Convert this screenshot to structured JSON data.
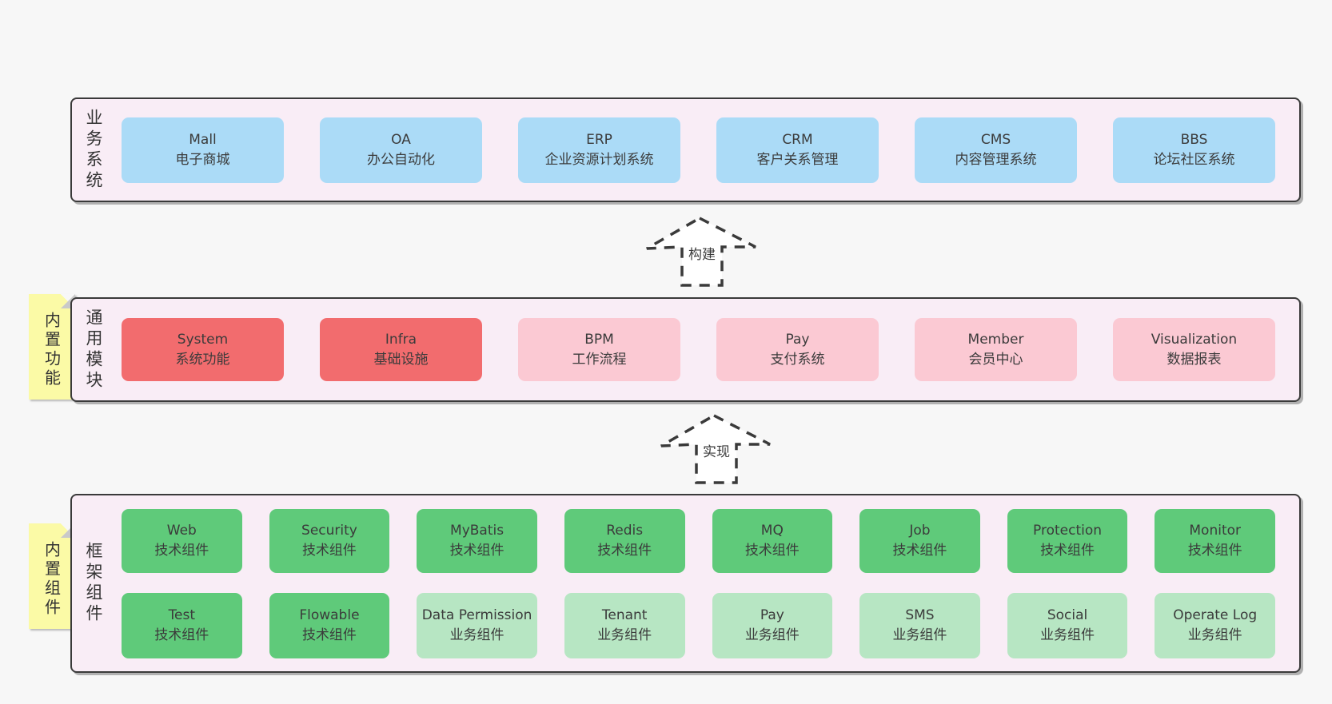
{
  "palette": {
    "page_bg": "#f7f7f7",
    "layer_bg": "#f9edf6",
    "layer_border": "#3a3a3a",
    "box_blue": "#abdbf7",
    "box_red": "#f26c6e",
    "box_pink": "#fbc9d3",
    "box_green": "#5fca7a",
    "box_light_green": "#b7e6c3",
    "note_yellow": "#fbfaa6",
    "note_fold_gray": "#c9c9c9",
    "text": "#3b3b3b"
  },
  "layers": [
    {
      "id": "business-systems",
      "label": "业务系统",
      "boxes": [
        {
          "name": "Mall",
          "desc": "电子商城"
        },
        {
          "name": "OA",
          "desc": "办公自动化"
        },
        {
          "name": "ERP",
          "desc": "企业资源计划系统"
        },
        {
          "name": "CRM",
          "desc": "客户关系管理"
        },
        {
          "name": "CMS",
          "desc": "内容管理系统"
        },
        {
          "name": "BBS",
          "desc": "论坛社区系统"
        }
      ]
    },
    {
      "id": "common-modules",
      "label": "通用模块",
      "note": "内置功能",
      "boxes": [
        {
          "name": "System",
          "desc": "系统功能"
        },
        {
          "name": "Infra",
          "desc": "基础设施"
        },
        {
          "name": "BPM",
          "desc": "工作流程"
        },
        {
          "name": "Pay",
          "desc": "支付系统"
        },
        {
          "name": "Member",
          "desc": "会员中心"
        },
        {
          "name": "Visualization",
          "desc": "数据报表"
        }
      ]
    },
    {
      "id": "framework-components",
      "label": "框架组件",
      "note": "内置组件",
      "rows": [
        [
          {
            "name": "Web",
            "desc": "技术组件"
          },
          {
            "name": "Security",
            "desc": "技术组件"
          },
          {
            "name": "MyBatis",
            "desc": "技术组件"
          },
          {
            "name": "Redis",
            "desc": "技术组件"
          },
          {
            "name": "MQ",
            "desc": "技术组件"
          },
          {
            "name": "Job",
            "desc": "技术组件"
          },
          {
            "name": "Protection",
            "desc": "技术组件"
          },
          {
            "name": "Monitor",
            "desc": "技术组件"
          }
        ],
        [
          {
            "name": "Test",
            "desc": "技术组件"
          },
          {
            "name": "Flowable",
            "desc": "技术组件"
          },
          {
            "name": "Data Permission",
            "desc": "业务组件"
          },
          {
            "name": "Tenant",
            "desc": "业务组件"
          },
          {
            "name": "Pay",
            "desc": "业务组件"
          },
          {
            "name": "SMS",
            "desc": "业务组件"
          },
          {
            "name": "Social",
            "desc": "业务组件"
          },
          {
            "name": "Operate Log",
            "desc": "业务组件"
          }
        ]
      ]
    }
  ],
  "arrows": [
    {
      "label": "构建"
    },
    {
      "label": "实现"
    }
  ]
}
